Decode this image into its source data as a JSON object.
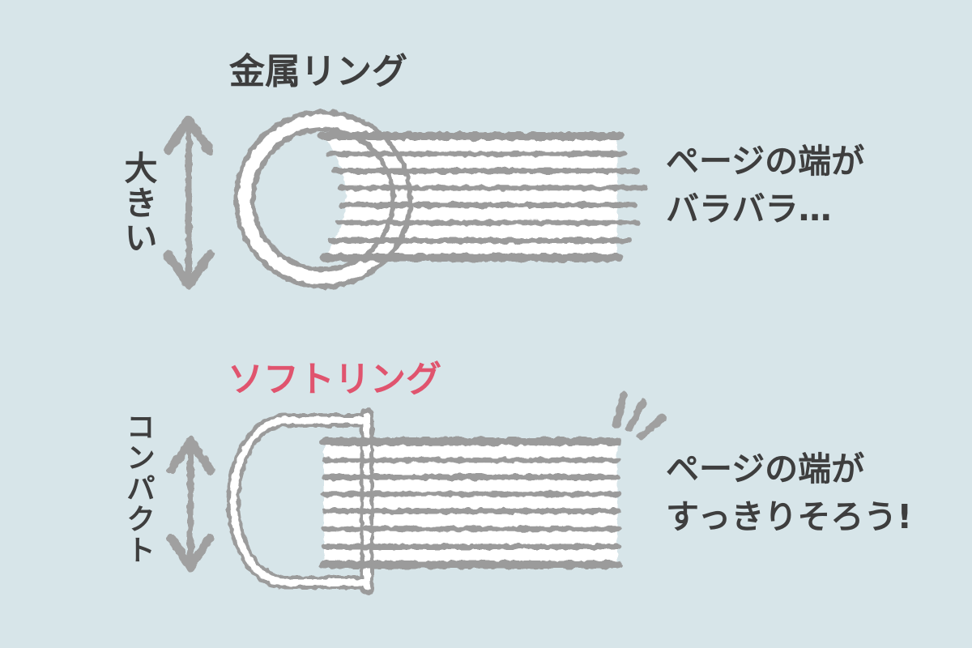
{
  "palette": {
    "background": "#d7e5e9",
    "sketch_gray": "#9b9b9b",
    "paper_white": "#ffffff",
    "text_dark": "#3e3e3e",
    "accent_red": "#e0546e"
  },
  "comparison": {
    "metal": {
      "title": "金属リング",
      "size_label": "大きい",
      "caption_line1": "ページの端が",
      "caption_line2": "バラバラ…"
    },
    "soft": {
      "title": "ソフトリング",
      "size_label": "コンパクト",
      "caption_line1": "ページの端が",
      "caption_line2": "すっきりそろう!"
    }
  },
  "icons": {
    "metal_arrow": "double-headed-vertical-arrow",
    "soft_arrow": "double-headed-vertical-arrow",
    "emphasis": "three-emphasis-strokes"
  }
}
